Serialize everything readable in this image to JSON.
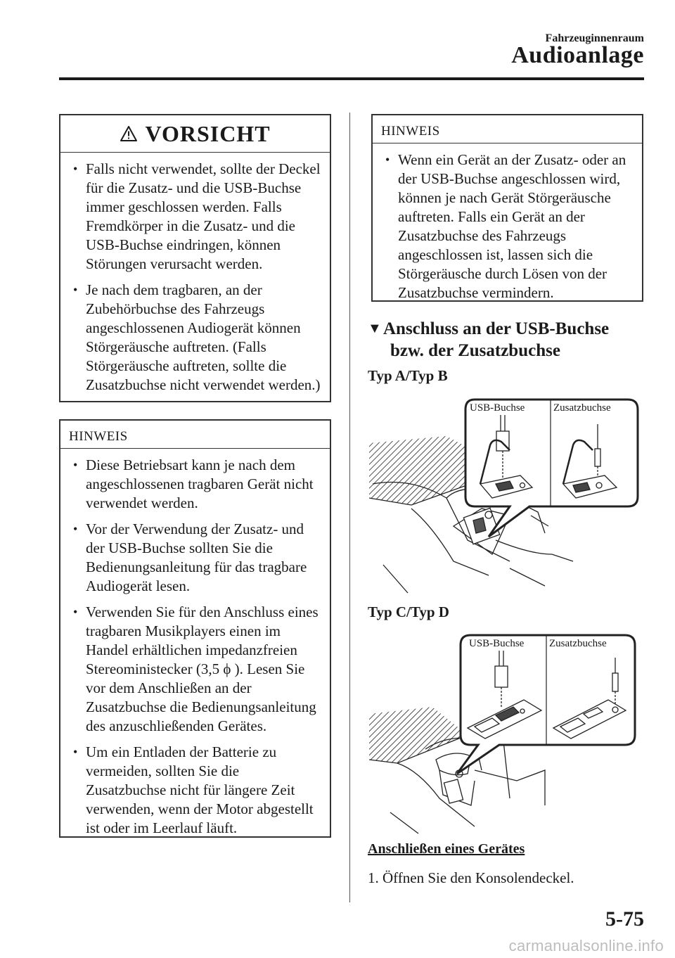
{
  "header": {
    "section": "Fahrzeuginnenraum",
    "title": "Audioanlage"
  },
  "vorsicht": {
    "title": "VORSICHT",
    "items": [
      "Falls nicht verwendet, sollte der Deckel für die Zusatz- und die USB-Buchse immer geschlossen werden. Falls Fremdkörper in die Zusatz- und die USB-Buchse eindringen, können Störungen verursacht werden.",
      "Je nach dem tragbaren, an der Zubehörbuchse des Fahrzeugs angeschlossenen Audiogerät können Störgeräusche auftreten. (Falls Störgeräusche auftreten, sollte die Zusatzbuchse nicht verwendet werden.)"
    ]
  },
  "hinweis_left": {
    "title": "HINWEIS",
    "items": [
      "Diese Betriebsart kann je nach dem angeschlossenen tragbaren Gerät nicht verwendet werden.",
      "Vor der Verwendung der Zusatz- und der USB-Buchse sollten Sie die Bedienungsanleitung für das tragbare Audiogerät lesen.",
      "Verwenden Sie für den Anschluss eines tragbaren Musikplayers einen im Handel erhältlichen impedanzfreien Stereoministecker (3,5 ϕ ). Lesen Sie vor dem Anschließen an der Zusatzbuchse die Bedienungsanleitung des anzuschließenden Gerätes.",
      "Um ein Entladen der Batterie zu vermeiden, sollten Sie die Zusatzbuchse nicht für längere Zeit verwenden, wenn der Motor abgestellt ist oder im Leerlauf läuft."
    ]
  },
  "hinweis_right": {
    "title": "HINWEIS",
    "items": [
      "Wenn ein Gerät an der Zusatz- oder an der USB-Buchse angeschlossen wird, können je nach Gerät Störgeräusche auftreten. Falls ein Gerät an der Zusatzbuchse des Fahrzeugs angeschlossen ist, lassen sich die Störgeräusche durch Lösen von der Zusatzbuchse vermindern."
    ]
  },
  "section": {
    "line1": "Anschluss an der USB-Buchse",
    "line2": "bzw. der Zusatzbuchse"
  },
  "figure_ab": {
    "caption": "Typ A/Typ B",
    "label_usb": "USB-Buchse",
    "label_aux": "Zusatzbuchse"
  },
  "figure_cd": {
    "caption": "Typ C/Typ D",
    "label_usb": "USB-Buchse",
    "label_aux": "Zusatzbuchse"
  },
  "subhead": "Anschließen eines Gerätes",
  "step1": "1. Öffnen Sie den Konsolendeckel.",
  "page_number": "5-75",
  "watermark": "carmanualsonline.info"
}
